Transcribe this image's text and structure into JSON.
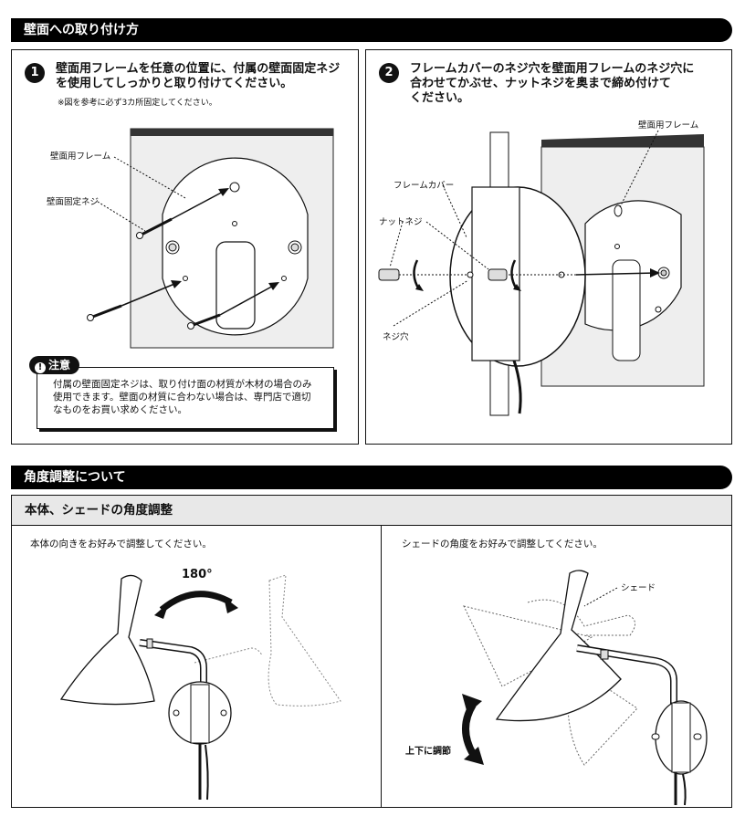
{
  "section1": {
    "title": "壁面への取り付け方"
  },
  "step1": {
    "number": "1",
    "text_line1": "壁面用フレームを任意の位置に、付属の壁面固定ネジ",
    "text_line2": "を使用してしっかりと取り付けてください。",
    "note": "※図を参考に必ず3カ所固定してください。",
    "label_frame": "壁面用フレーム",
    "label_screw": "壁面固定ネジ"
  },
  "caution": {
    "title": "注意",
    "line1": "付属の壁面固定ネジは、取り付け面の材質が木材の場合のみ",
    "line2": "使用できます。壁面の材質に合わない場合は、専門店で適切",
    "line3": "なものをお買い求めください。"
  },
  "step2": {
    "number": "2",
    "text_line1": "フレームカバーのネジ穴を壁面用フレームのネジ穴に",
    "text_line2": "合わせてかぶせ、ナットネジを奥まで締め付けて",
    "text_line3": "ください。",
    "label_frame": "壁面用フレーム",
    "label_cover": "フレームカバー",
    "label_nut": "ナットネジ",
    "label_hole": "ネジ穴"
  },
  "section2": {
    "title": "角度調整について"
  },
  "subsection": {
    "title": "本体、シェードの角度調整"
  },
  "left_panel": {
    "text": "本体の向きをお好みで調整してください。",
    "angle": "180°"
  },
  "right_panel": {
    "text": "シェードの角度をお好みで調整してください。",
    "label_shade": "シェード",
    "label_updown": "上下に調節"
  },
  "colors": {
    "bar": "#000000",
    "wall": "#f0f0f0",
    "subhead_bg": "#e8e8e8"
  }
}
